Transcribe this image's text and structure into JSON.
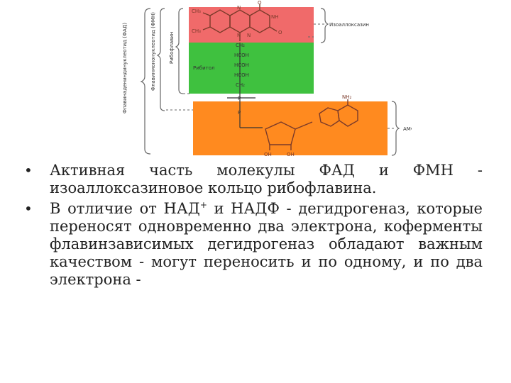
{
  "figure": {
    "labels": {
      "isoalloxazine": "Изоаллоксазин",
      "ribitol": "Рибитол",
      "amp": "АМФ",
      "riboflavin": "Рибофлавин",
      "fmn": "Флавинмононуклеотид (ФМН)",
      "fad": "Флавинадениндинуклеотид (ФАД)"
    },
    "atoms": {
      "ch3_top": "CH₃",
      "ch3_bottom": "CH₃",
      "n1": "N",
      "n2": "N",
      "n3": "N",
      "nh": "NH",
      "o_top": "O",
      "o_right": "O",
      "ch2_a": "CH₂",
      "hcoh_1": "HCOH",
      "hcoh_2": "HCOH",
      "hcoh_3": "HCOH",
      "ch2_b": "CH₂",
      "p_1": "P",
      "p_2": "P",
      "nh2": "NH₂",
      "oh_1": "OH",
      "oh_2": "OH"
    },
    "colors": {
      "isoalloxazine_band": "#f06a6a",
      "ribitol_band": "#3fc13f",
      "amp_band": "#ff8a1f",
      "structure_ink": "#7a3a2a"
    }
  },
  "bullets": [
    {
      "text": "Активная часть молекулы ФАД и ФМН - изоаллоксазиновое кольцо рибофлавина."
    },
    {
      "pre": "В отличие от НАД",
      "sup": "+",
      "post": " и НАДФ - дегидрогеназ, которые переносят одновременно два электрона, коферменты флавинзависимых дегидрогеназ обладают важным качеством - могут переносить и по одному, и по два электрона -"
    }
  ],
  "bullet_symbol": "•"
}
